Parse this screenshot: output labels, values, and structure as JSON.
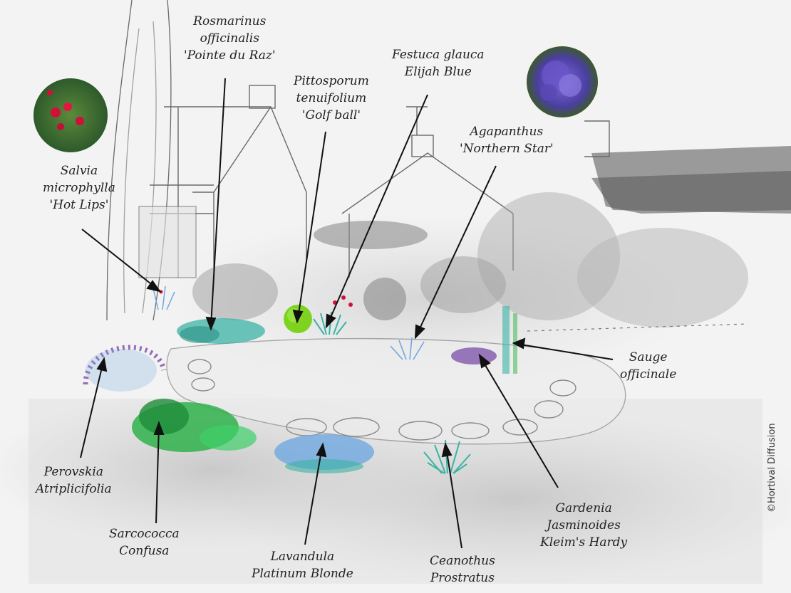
{
  "labels": {
    "rosmarinus": "Rosmarinus\nofficinalis\n'Pointe du Raz'",
    "pittosporum": "Pittosporum\ntenuifolium\n'Golf ball'",
    "festuca": "Festuca glauca\nElijah Blue",
    "agapanthus": "Agapanthus\n'Northern Star'",
    "salvia": "Salvia\nmicrophylla\n'Hot Lips'",
    "sauge": "Sauge\nofficinale",
    "perovskia": "Perovskia\nAtriplicifolia",
    "sarcococca": "Sarcococca\nConfusa",
    "lavandula": "Lavandula\nPlatinum Blonde",
    "ceanothus": "Ceanothus\nProstratus",
    "gardenia": "Gardenia\nJasminoides\nKleim's Hardy"
  },
  "credit": "©Hortival Diffusion",
  "colors": {
    "paper": "#f3f3f3",
    "pencil": "#6a6a6a",
    "wash": "#c9c9c9",
    "lavender": "#6fa7e0",
    "teal": "#3bb3a5",
    "green": "#2fb24a",
    "lime": "#7ed321",
    "purple": "#7a4da8",
    "salvia_red": "#d0103a",
    "agapanthus_blue": "#6a55c8"
  },
  "icons": [
    "salvia-photo",
    "agapanthus-photo"
  ]
}
